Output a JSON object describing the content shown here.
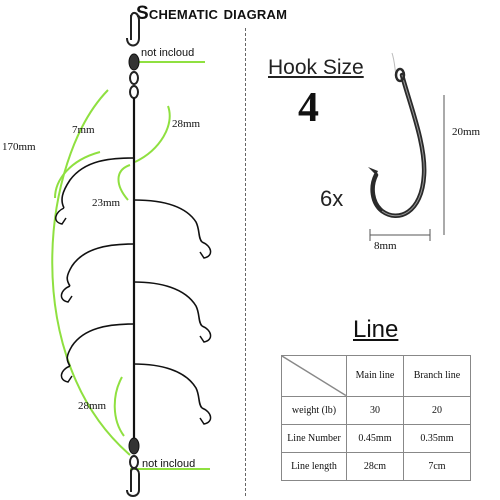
{
  "title": "Schematic diagram",
  "rig": {
    "not_included_top": "not incloud",
    "not_included_bottom": "not incloud",
    "total_length": "170mm",
    "snood_length": "7mm",
    "spacing_top": "28mm",
    "spacing_mid": "23mm",
    "spacing_bottom": "28mm"
  },
  "hook": {
    "size_label": "Hook Size",
    "size_value": "4",
    "quantity": "6x",
    "height": "20mm",
    "width": "8mm"
  },
  "line": {
    "heading": "Line",
    "columns": [
      "Main line",
      "Branch line"
    ],
    "rows": [
      {
        "label": "weight (lb)",
        "main": "30",
        "branch": "20"
      },
      {
        "label": "Line Number",
        "main": "0.45mm",
        "branch": "0.35mm"
      },
      {
        "label": "Line length",
        "main": "28cm",
        "branch": "7cm"
      }
    ]
  },
  "colors": {
    "accent": "#8fe040",
    "line": "#111111"
  }
}
